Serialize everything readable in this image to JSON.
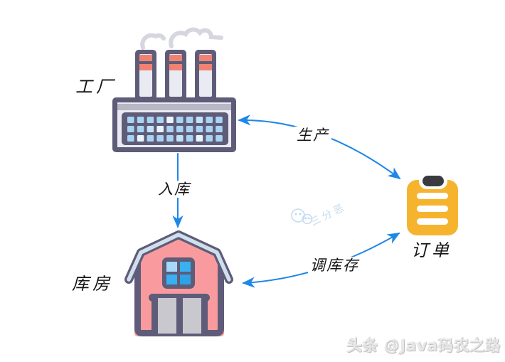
{
  "diagram": {
    "nodes": [
      {
        "id": "factory",
        "label": "工厂",
        "icon": "factory-icon"
      },
      {
        "id": "warehouse",
        "label": "库房",
        "icon": "barn-icon"
      },
      {
        "id": "order",
        "label": "订单",
        "icon": "clipboard-icon"
      }
    ],
    "edges": [
      {
        "id": "produce",
        "from": "order",
        "to": "factory",
        "label": "生产",
        "bidirectional": true
      },
      {
        "id": "inbound",
        "from": "factory",
        "to": "warehouse",
        "label": "入库",
        "bidirectional": false
      },
      {
        "id": "adjust-stock",
        "from": "warehouse",
        "to": "order",
        "label": "调库存",
        "bidirectional": true
      }
    ]
  },
  "colors": {
    "arrow": "#1e87e8",
    "outline": "#5e5c78",
    "factory_wall": "#eaeaf3",
    "factory_band": "#b7b7c6",
    "factory_window": "#a9d3f3",
    "chimney_stripe": "#f08273",
    "smoke": "#d6d6e0",
    "barn_body": "#f99b9e",
    "roof_trim": "#cfe0ec",
    "barn_window_bright": "#38b0f2",
    "barn_window_light": "#a5d9f7",
    "door": "#c9c8ce",
    "clipboard": "#f6b42e",
    "clipboard_clip": "#3a3a40",
    "watermark": "#c5daf0"
  },
  "watermark": {
    "text": "三分恶",
    "icon": "chat-bubbles-icon"
  },
  "credit": {
    "text": "头条 @Java码农之路"
  }
}
